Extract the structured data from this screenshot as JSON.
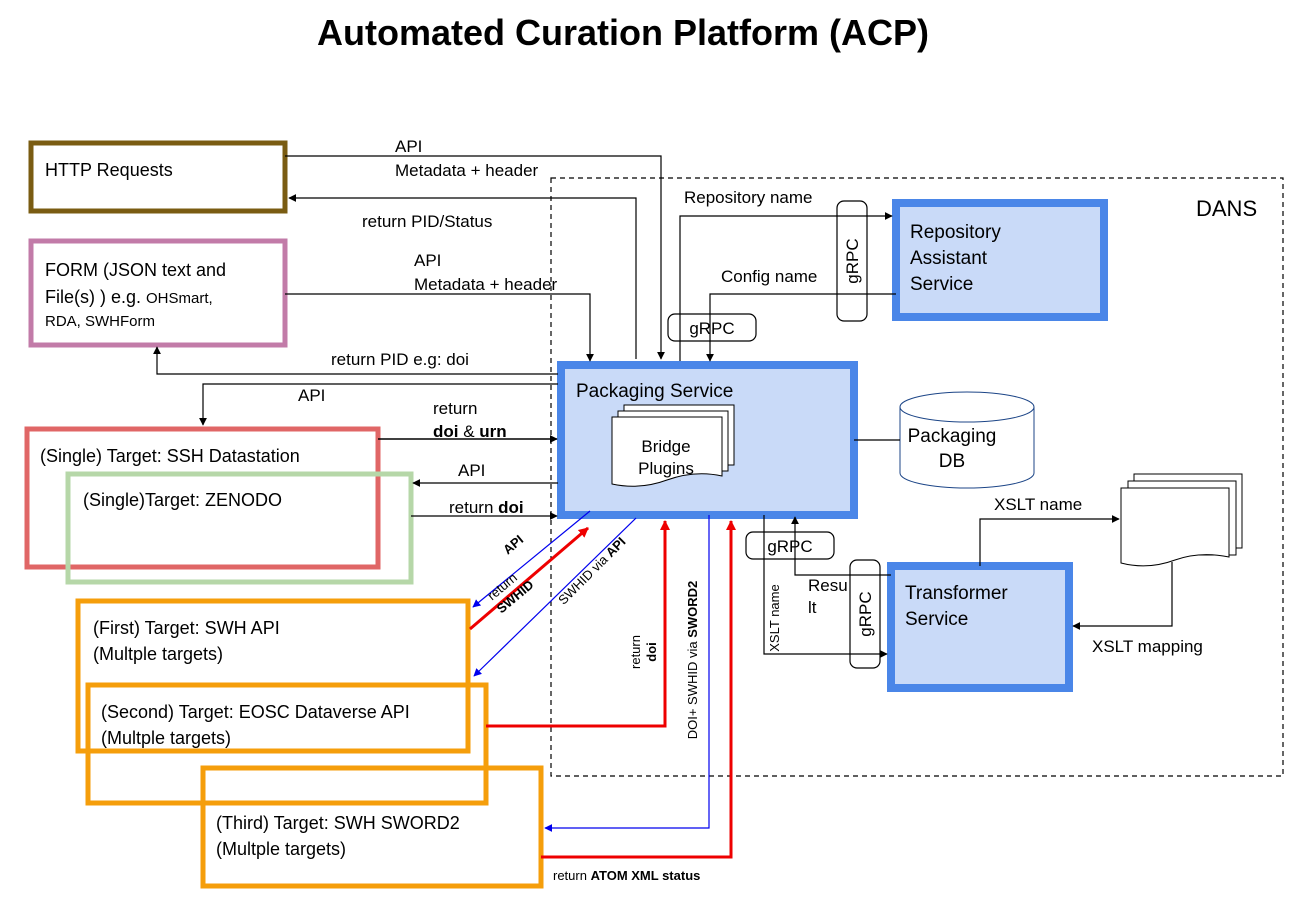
{
  "title": "Automated Curation Platform (ACP)",
  "colors": {
    "olive": "#7a5c12",
    "pink": "#c27ba8",
    "red_box": "#e06666",
    "green_box": "#b6d7a8",
    "orange": "#f59e0b",
    "blue_border": "#4a86e8",
    "blue_fill": "#c9daf8",
    "blue_line": "#0000ee",
    "red_line": "#ee0000"
  },
  "boxes": {
    "http": "HTTP Requests",
    "form_line1": "FORM (JSON text and",
    "form_line2_a": "File(s) ) e.g. ",
    "form_line2_b": "OHSmart,",
    "form_line3": "RDA, SWHForm",
    "ssh": "(Single) Target: SSH Datastation",
    "zenodo": "(Single)Target: ZENODO",
    "swh_api_1": "(First) Target: SWH API",
    "swh_api_2": "(Multple targets)",
    "eosc_1": "(Second) Target: EOSC Dataverse API",
    "eosc_2": "(Multple targets)",
    "sword_1": "(Third) Target: SWH SWORD2",
    "sword_2": "(Multple targets)",
    "dans": "DANS",
    "repo_1": "Repository",
    "repo_2": "Assistant",
    "repo_3": "Service",
    "packaging": "Packaging Service",
    "bridge_1": "Bridge",
    "bridge_2": "Plugins",
    "db_1": "Packaging",
    "db_2": "DB",
    "transformer_1": "Transformer",
    "transformer_2": "Service",
    "grpc": "gRPC"
  },
  "labels": {
    "api": "API",
    "metadata_header": "Metadata + header",
    "return_pid_status": "return PID/Status",
    "return_pid_doi": "return PID e.g: doi",
    "return": "return",
    "doi": "doi",
    "amp": " & ",
    "urn": "urn",
    "return_doi_a": "return ",
    "repository_name": "Repository name",
    "config_name": "Config name",
    "xslt_name": "XSLT name",
    "xslt_mapping": "XSLT mapping",
    "resu": "Resu",
    "lt": "lt",
    "swhid": "SWHID",
    "swhid_via_a": "SWHID via ",
    "doi_swhid_via_a": "DOI+ SWHID via ",
    "sword2": "SWORD2",
    "return_atom_a": "return ",
    "atom_xml_status": "ATOM XML status"
  }
}
